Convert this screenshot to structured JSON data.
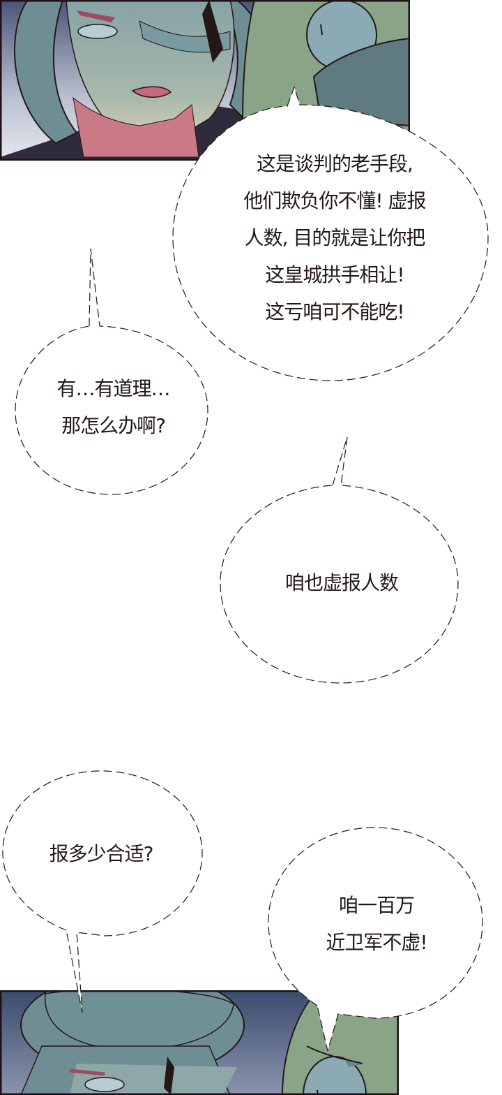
{
  "page": {
    "type": "comic-strip",
    "background": "#ffffff"
  },
  "colors": {
    "ink": "#231815",
    "panel_border": "#1e1216",
    "bg_night": "#3b4a6e",
    "helmet": "#6e8e94",
    "skin": "#8fa7a6",
    "beard": "#c97a86",
    "robe": "#2f2b3d",
    "creature": "#8aa488",
    "creature_eye": "#8aaab6"
  },
  "panels": [
    {
      "id": "top",
      "description": "Close-up of elderly helmeted man with pink beard beside green creature"
    },
    {
      "id": "bottom",
      "description": "Helmeted man and green creature, cropped at page bottom"
    }
  ],
  "bubbles": [
    {
      "id": "b1",
      "lines": [
        "这是谈判的老手段,",
        "他们欺负你不懂! 虚报",
        "人数, 目的就是让你把",
        "这皇城拱手相让!",
        "这亏咱可不能吃!"
      ]
    },
    {
      "id": "b2",
      "lines": [
        "有…有道理…",
        "那怎么办啊?"
      ]
    },
    {
      "id": "b3",
      "lines": [
        "咱也虚报人数"
      ]
    },
    {
      "id": "b4",
      "lines": [
        "报多少合适?"
      ]
    },
    {
      "id": "b5",
      "lines": [
        "咱一百万",
        "近卫军不虚!"
      ]
    }
  ]
}
